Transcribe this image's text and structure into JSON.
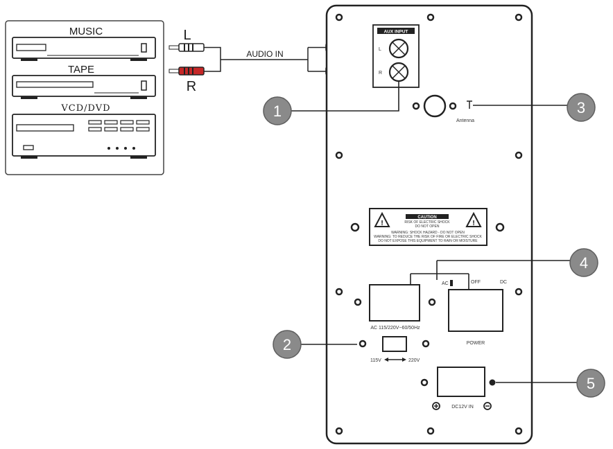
{
  "devices": {
    "music": "MUSIC",
    "tape": "TAPE",
    "vcd_dvd": "VCD/DVD"
  },
  "cable": {
    "left": "L",
    "right": "R",
    "audio_in": "AUDIO IN"
  },
  "panel": {
    "aux_input": "AUX INPUT",
    "aux_l": "L",
    "aux_r": "R",
    "antenna": "Antenna",
    "caution_title": "CAUTION",
    "caution_sub1": "RISK OF ELECTRIC SHOCK",
    "caution_sub2": "DO NOT OPEN",
    "warning_line1": "WARNING: SHOCK HAZARD - DO NOT OPEN",
    "warning_line2": "WARNING: TO REDUCE THE RISK OF FIRE OR ELECTRIC SHOCK",
    "warning_line3": "DO NOT EXPOSE THIS EQUIPMENT TO RAIN OR MOISTURE",
    "ac_label": "AC",
    "off_label": "OFF",
    "dc_label": "DC",
    "ac_rating": "AC 115/220V~60/50Hz",
    "power_label": "POWER",
    "voltage_left": "115V",
    "voltage_right": "220V",
    "dc_in": "DC12V IN"
  },
  "callouts": [
    "1",
    "2",
    "3",
    "4",
    "5"
  ]
}
